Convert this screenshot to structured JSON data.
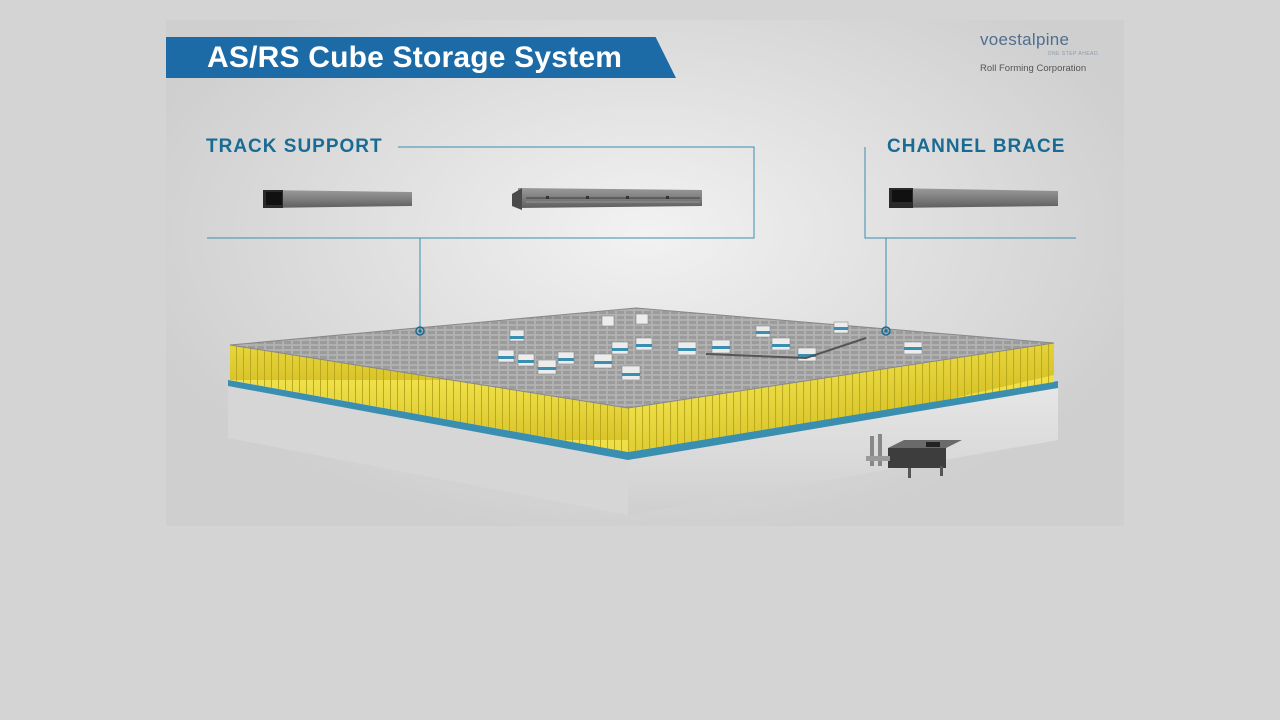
{
  "title": "AS/RS Cube Storage System",
  "brand": {
    "name": "voestalpine",
    "tagline": "ONE STEP AHEAD.",
    "division": "Roll Forming Corporation"
  },
  "callouts": {
    "left_label": "TRACK SUPPORT",
    "right_label": "CHANNEL BRACE"
  },
  "colors": {
    "banner": "#1c6aa6",
    "label": "#1a6b93",
    "bins": "#e6d43a",
    "accent_line": "#3a8fb0"
  }
}
